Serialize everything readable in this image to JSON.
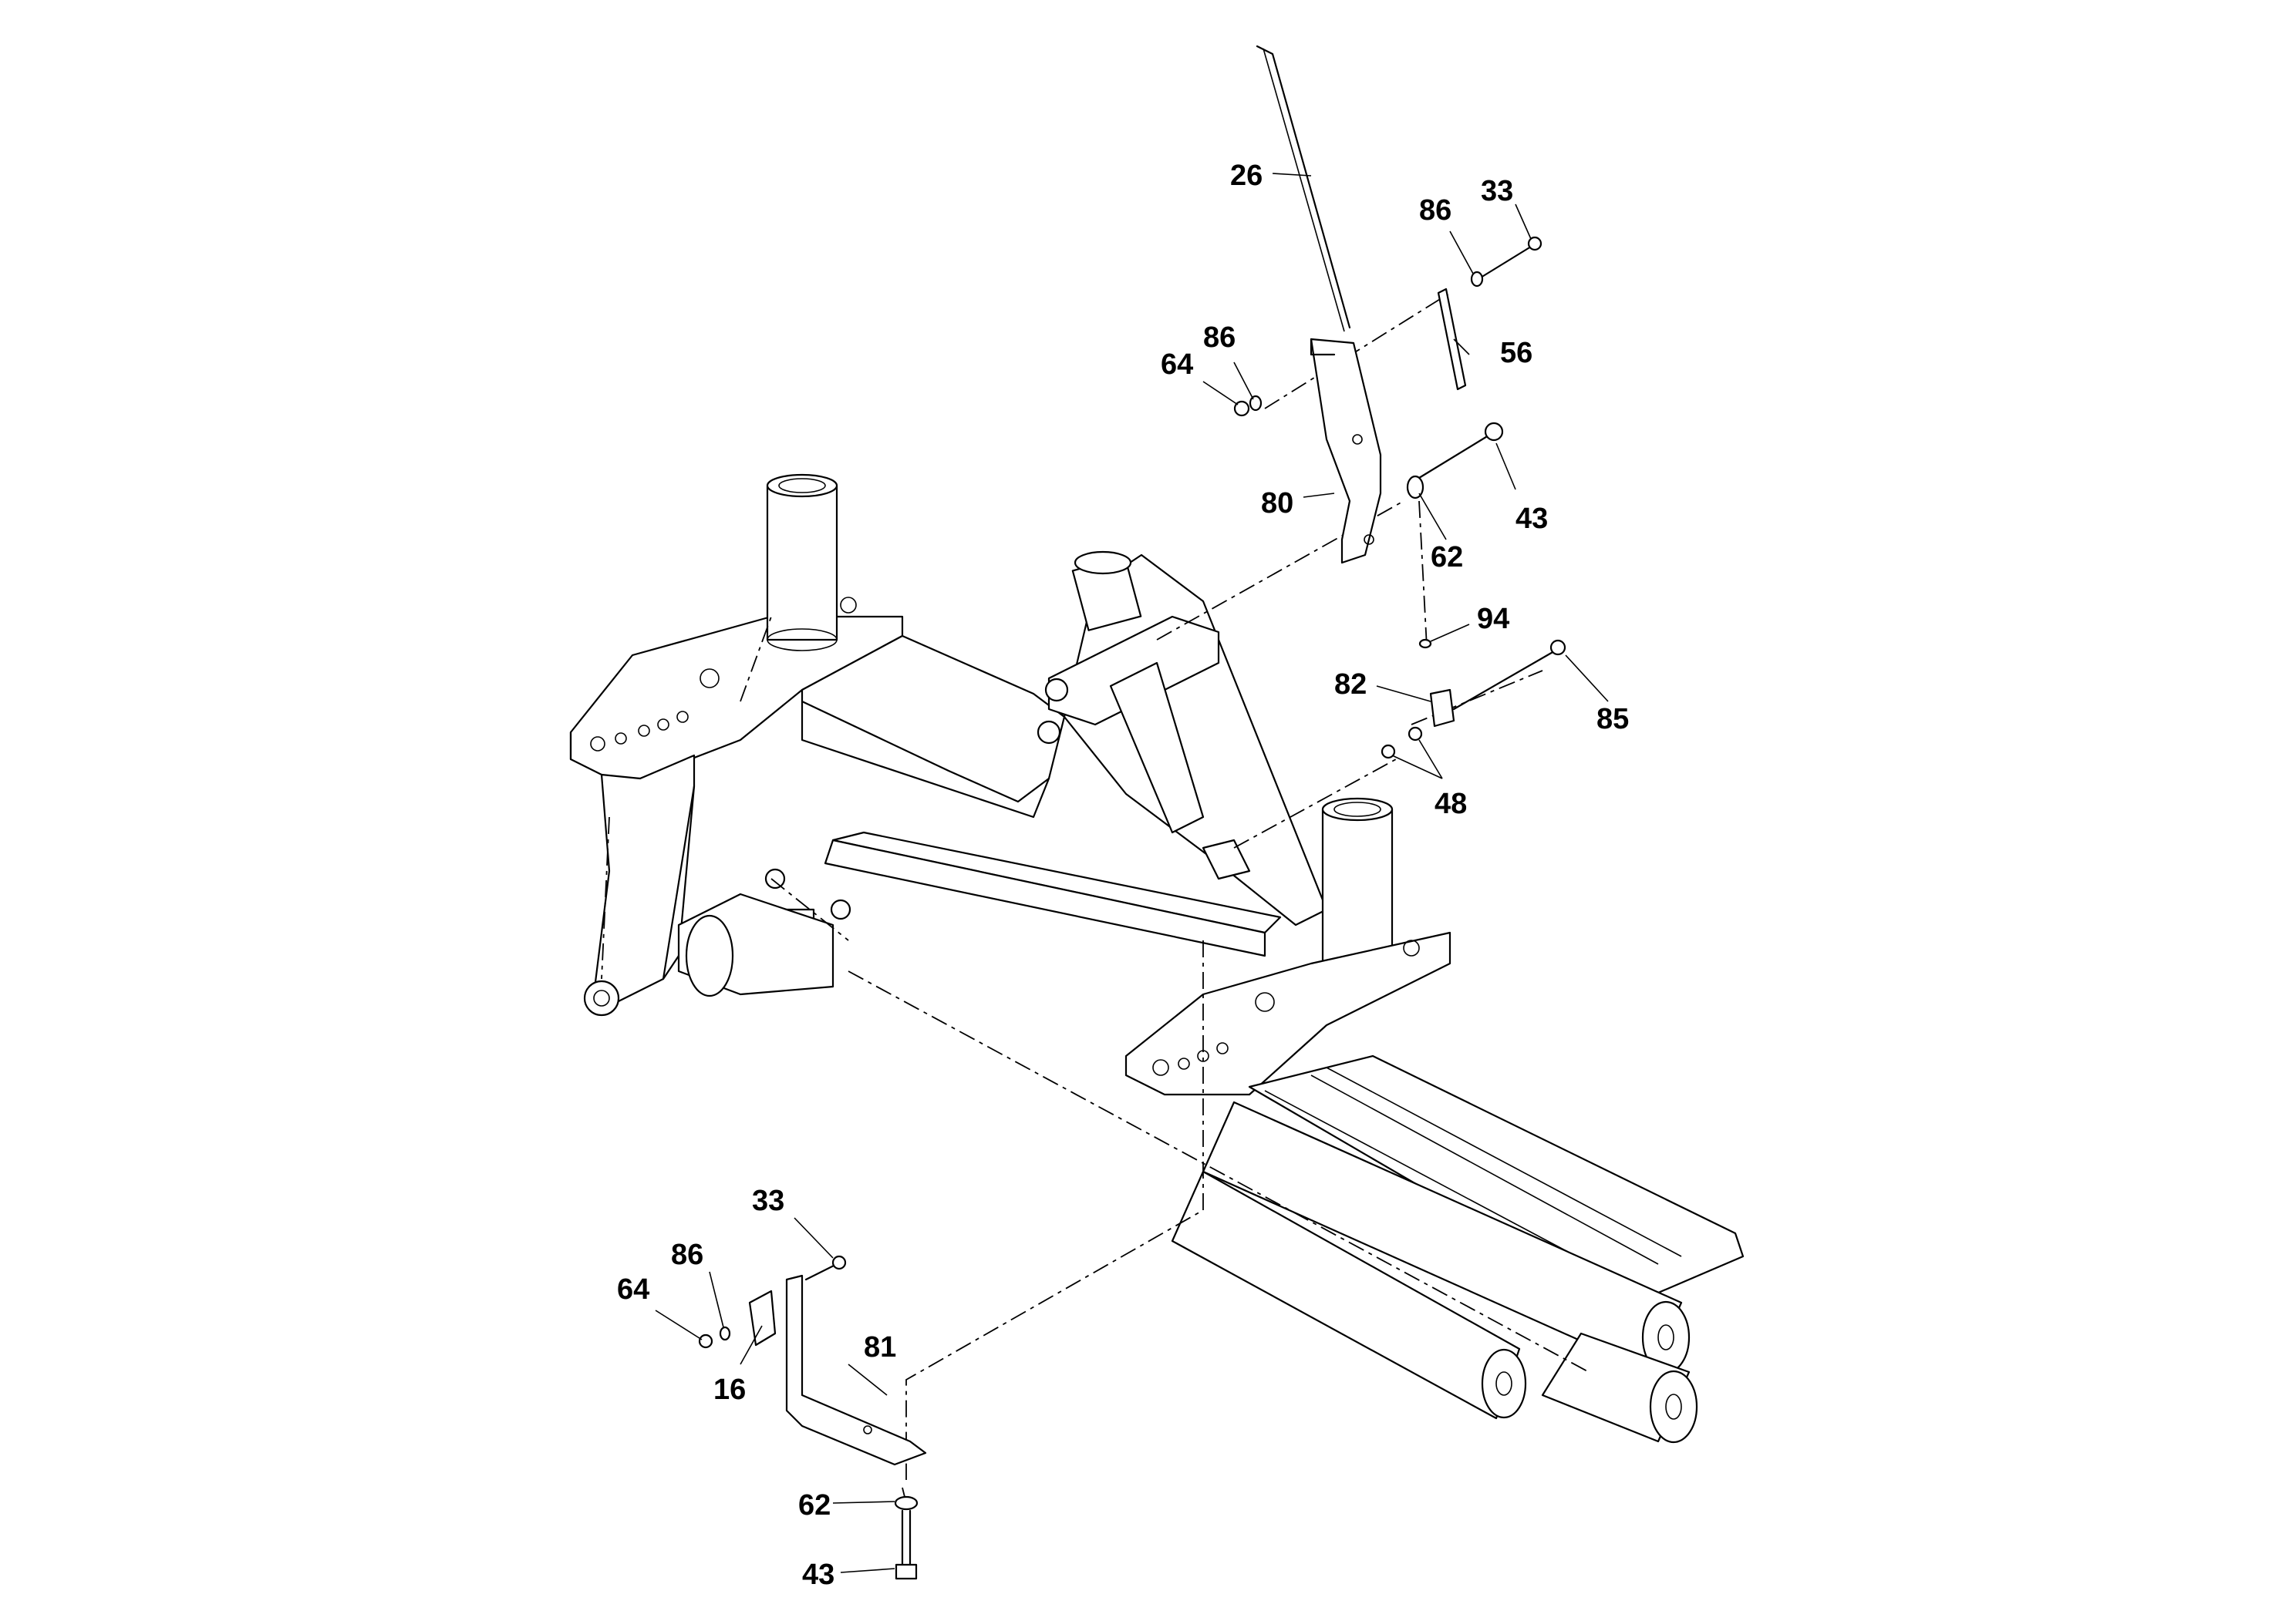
{
  "diagram": {
    "callouts": [
      {
        "id": "c26",
        "label": "26"
      },
      {
        "id": "c86a",
        "label": "86"
      },
      {
        "id": "c33a",
        "label": "33"
      },
      {
        "id": "c86b",
        "label": "86"
      },
      {
        "id": "c64a",
        "label": "64"
      },
      {
        "id": "c56",
        "label": "56"
      },
      {
        "id": "c80",
        "label": "80"
      },
      {
        "id": "c43a",
        "label": "43"
      },
      {
        "id": "c62a",
        "label": "62"
      },
      {
        "id": "c94",
        "label": "94"
      },
      {
        "id": "c82",
        "label": "82"
      },
      {
        "id": "c85",
        "label": "85"
      },
      {
        "id": "c48",
        "label": "48"
      },
      {
        "id": "c33b",
        "label": "33"
      },
      {
        "id": "c86c",
        "label": "86"
      },
      {
        "id": "c64b",
        "label": "64"
      },
      {
        "id": "c16",
        "label": "16"
      },
      {
        "id": "c81",
        "label": "81"
      },
      {
        "id": "c62b",
        "label": "62"
      },
      {
        "id": "c43b",
        "label": "43"
      }
    ]
  }
}
